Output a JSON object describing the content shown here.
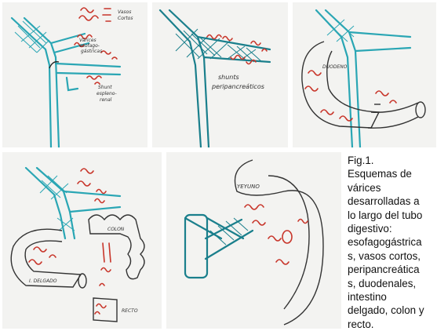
{
  "figure": {
    "caption_lines": [
      "Fig.1.",
      "Esquemas de",
      "várices",
      "desarrolladas a",
      "lo largo del tubo",
      "digestivo:",
      "esofagogástrica",
      "s, vasos cortos,",
      "peripancreática",
      "s, duodenales,",
      "intestino",
      "delgado, colon y",
      "recto."
    ]
  },
  "panels": {
    "p1": {
      "labels": {
        "vasos_cortos_1": "Vasos",
        "vasos_cortos_2": "Cortos",
        "varices_1": "Várices",
        "varices_2": "esofago-",
        "varices_3": "gástricas",
        "shunt_1": "Shunt",
        "shunt_2": "espleno-",
        "shunt_3": "renal"
      }
    },
    "p2": {
      "labels": {
        "shunt_1": "shunts",
        "shunt_2": "peripancreáticos"
      }
    },
    "p3": {
      "labels": {
        "duodeno": "DUODENO"
      }
    },
    "p4": {
      "labels": {
        "colon": "COLON",
        "intestino": "I. DELGADO",
        "recto": "RECTO"
      }
    },
    "p5": {
      "labels": {
        "yeyuno": "YEYUNO"
      }
    }
  },
  "colors": {
    "vessel": "#2aa6b4",
    "varix": "#c8352a",
    "ink": "#333333"
  }
}
